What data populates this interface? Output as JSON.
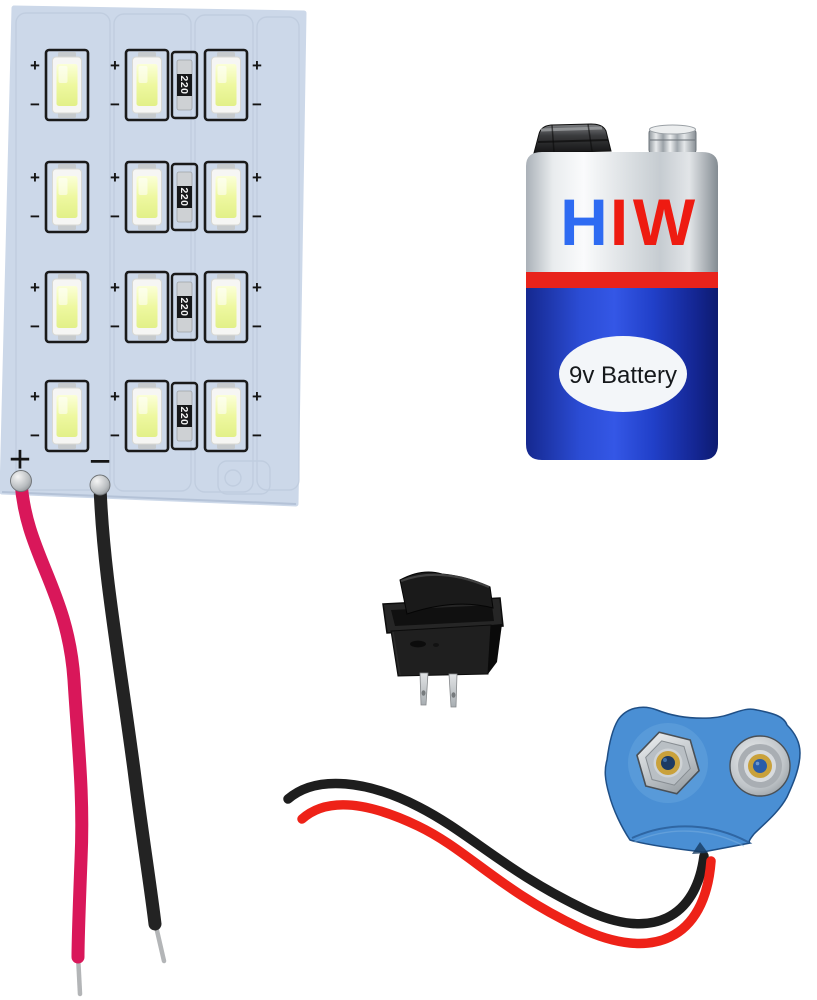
{
  "led_panel": {
    "rows": 4,
    "columns": 3,
    "led_count": 12,
    "polarity_positive": "+",
    "polarity_negative": "−",
    "resistor_value": "220",
    "board_color": "#ccd8e9",
    "positive_wire_color": "#d9175a",
    "negative_wire_color": "#232323"
  },
  "battery": {
    "brand": "HIW",
    "letters": [
      {
        "char": "H",
        "color": "#2e6bf2"
      },
      {
        "char": "I",
        "color": "#ee1b11"
      },
      {
        "char": "W",
        "color": "#ee1b11"
      }
    ],
    "label": "9v Battery",
    "stripe_color": "#e8231b",
    "body_color": "#2446c8"
  },
  "rocker_switch": {
    "body_color": "#1d1d1d"
  },
  "battery_clip": {
    "body_color": "#4a8fd4",
    "red_wire_color": "#ee2218",
    "black_wire_color": "#1d1d1d"
  }
}
